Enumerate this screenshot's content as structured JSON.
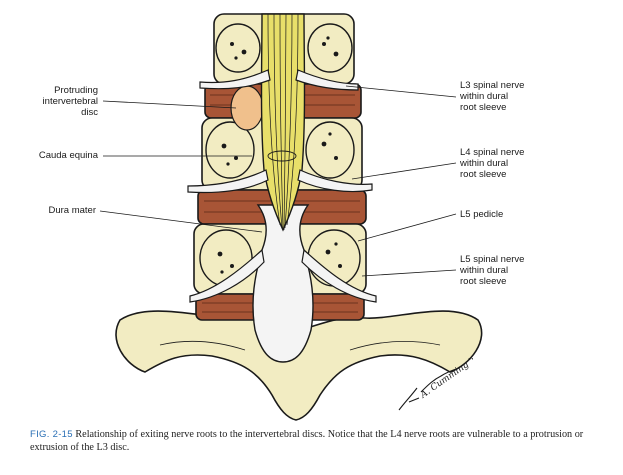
{
  "labels": {
    "protruding_disc": "Protruding\nintervertebral\ndisc",
    "cauda_equina": "Cauda equina",
    "dura_mater": "Dura mater",
    "l3_nerve": "L3 spinal nerve\nwithin dural\nroot sleeve",
    "l4_nerve": "L4 spinal nerve\nwithin dural\nroot sleeve",
    "l5_pedicle": "L5 pedicle",
    "l5_nerve": "L5 spinal nerve\nwithin dural\nroot sleeve"
  },
  "caption": {
    "tag": "FIG. 2-15",
    "text": "Relationship of exiting nerve roots to the intervertebral discs. Notice that the L4 nerve roots are vulnerable to a protrusion or extrusion of the L3 disc."
  },
  "signature": "A. Cumming '94",
  "colors": {
    "bone": "#f2ecc2",
    "bone_shadow": "#d8cf94",
    "disc": "#a85536",
    "nerve": "#e8df6a",
    "dura": "#f4f4f4",
    "caption_tag": "#2a6fb5"
  }
}
